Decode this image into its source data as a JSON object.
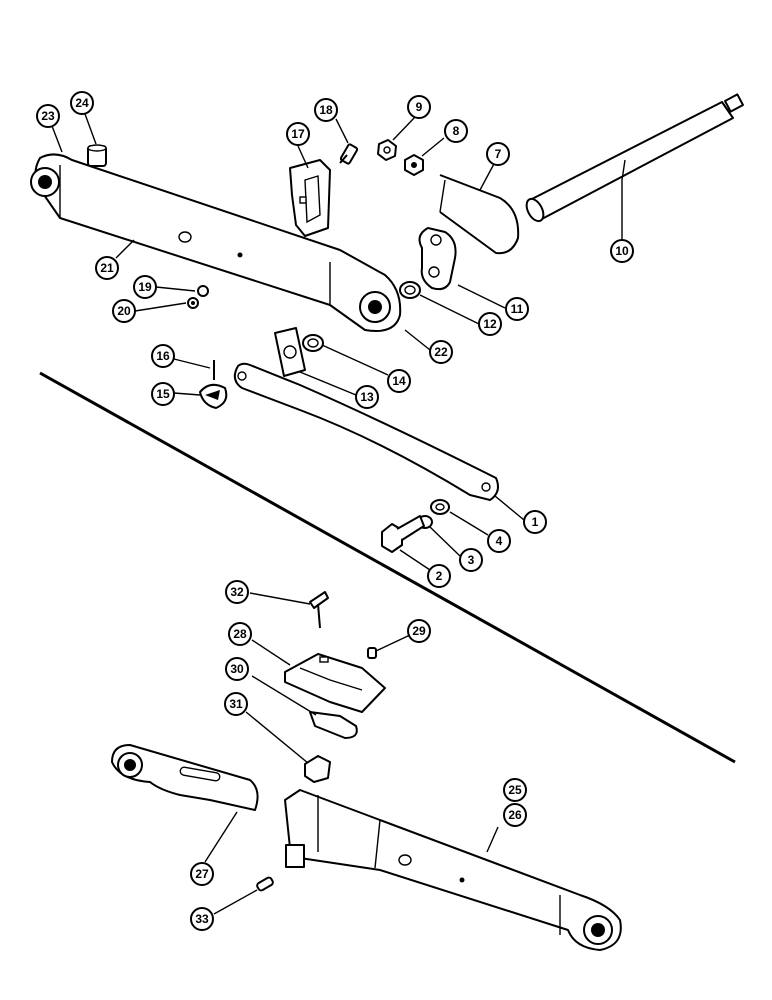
{
  "callouts": {
    "c1": "1",
    "c2": "2",
    "c3": "3",
    "c4": "4",
    "c7": "7",
    "c8": "8",
    "c9": "9",
    "c10": "10",
    "c11": "11",
    "c12": "12",
    "c13": "13",
    "c14": "14",
    "c15": "15",
    "c16": "16",
    "c17": "17",
    "c18": "18",
    "c19": "19",
    "c20": "20",
    "c21": "21",
    "c22": "22",
    "c23": "23",
    "c24": "24",
    "c25": "25",
    "c26": "26",
    "c27": "27",
    "c28": "28",
    "c29": "29",
    "c30": "30",
    "c31": "31",
    "c32": "32",
    "c33": "33"
  }
}
